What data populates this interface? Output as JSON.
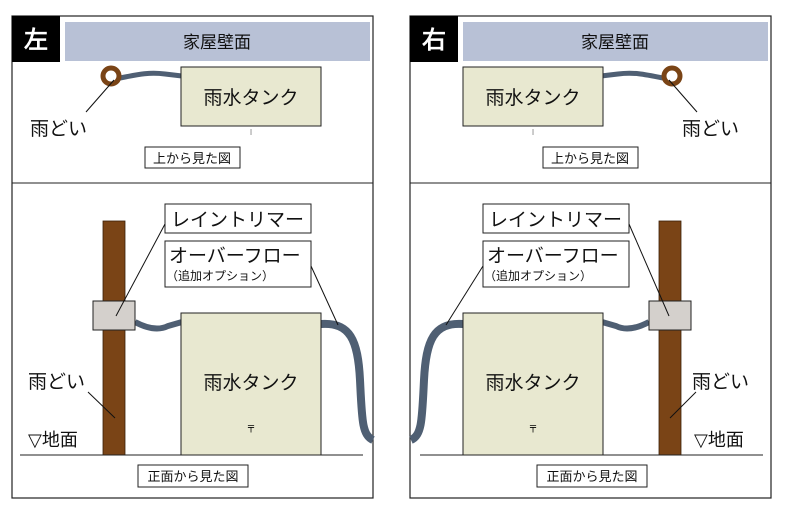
{
  "panels": [
    {
      "side_label": "左",
      "wall_label": "家屋壁面",
      "top_downspout_label": "雨どい",
      "top_tank_label": "雨水タンク",
      "top_caption": "上から見た図",
      "rain_trimmer_label": "レイントリマー",
      "overflow_label": "オーバーフロー",
      "overflow_note": "（追加オプション）",
      "front_tank_label": "雨水タンク",
      "front_downspout_label": "雨どい",
      "ground_label": "▽地面",
      "front_caption": "正面から見た図"
    },
    {
      "side_label": "右",
      "wall_label": "家屋壁面",
      "top_downspout_label": "雨どい",
      "top_tank_label": "雨水タンク",
      "top_caption": "上から見た図",
      "rain_trimmer_label": "レイントリマー",
      "overflow_label": "オーバーフロー",
      "overflow_note": "（追加オプション）",
      "front_tank_label": "雨水タンク",
      "front_downspout_label": "雨どい",
      "ground_label": "▽地面",
      "front_caption": "正面から見た図"
    }
  ],
  "colors": {
    "wall": "#b8c1d6",
    "tank": "#e8e8d0",
    "downspout": "#7a4416",
    "hose": "#4f5f73",
    "trimmer": "#d4d0cc"
  }
}
